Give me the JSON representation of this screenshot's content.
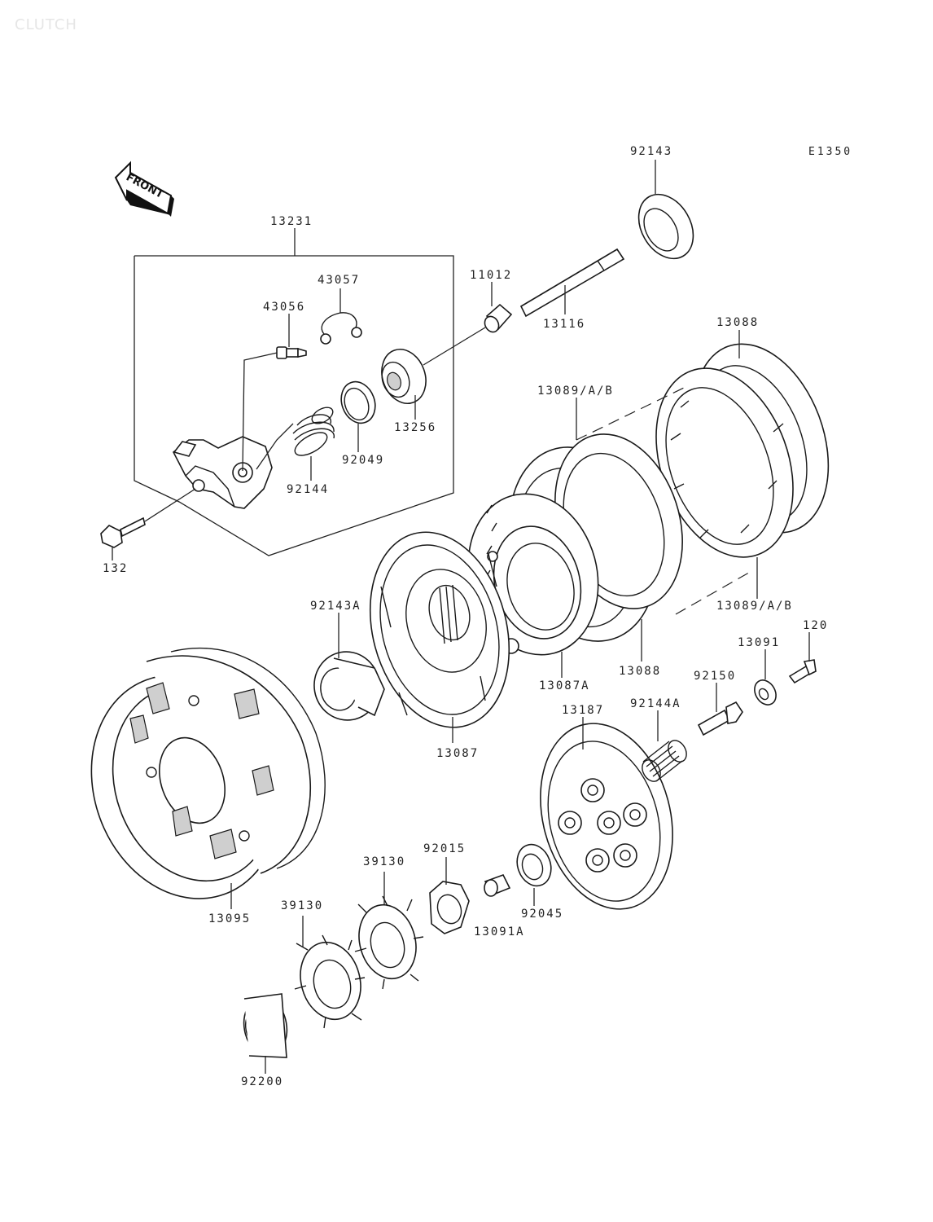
{
  "watermark": "CLUTCH",
  "diagram_code": "E1350",
  "direction_arrow": "FRONT",
  "parts": {
    "p13231": "13231",
    "p43057": "43057",
    "p43056": "43056",
    "p11012": "11012",
    "p13116": "13116",
    "p92143": "92143",
    "p13088_top": "13088",
    "p13089_top": "13089/A/B",
    "p13256": "13256",
    "p92049": "92049",
    "p92144": "92144",
    "p132": "132",
    "p92143A": "92143A",
    "p13089_bottom": "13089/A/B",
    "p120": "120",
    "p13091": "13091",
    "p92150": "92150",
    "p13088_bottom": "13088",
    "p13087A": "13087A",
    "p92144A": "92144A",
    "p13187": "13187",
    "p13087": "13087",
    "p13095": "13095",
    "p39130_top": "39130",
    "p92015": "92015",
    "p39130_bottom": "39130",
    "p13091A": "13091A",
    "p92045": "92045",
    "p92200": "92200"
  }
}
